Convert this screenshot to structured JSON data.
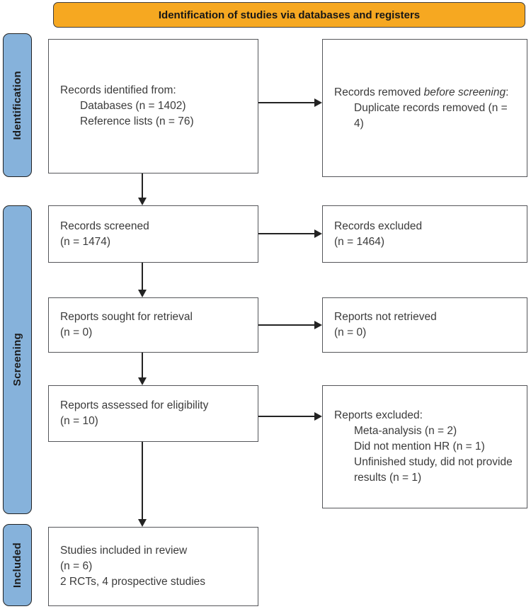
{
  "header": {
    "title": "Identification of studies via databases and registers"
  },
  "sidebar": {
    "identification": "Identification",
    "screening": "Screening",
    "included": "Included"
  },
  "boxes": {
    "records_identified": {
      "line1": "Records identified from:",
      "line2": "Databases (n = 1402)",
      "line3": "Reference lists (n = 76)"
    },
    "records_removed": {
      "plain": "Records removed ",
      "italic": "before screening",
      "suffix": ":",
      "line2": "Duplicate records removed (n = 4)"
    },
    "records_screened": {
      "line1": "Records screened",
      "line2": "(n = 1474)"
    },
    "records_excluded": {
      "line1": "Records excluded",
      "line2": "(n = 1464)"
    },
    "reports_sought": {
      "line1": "Reports sought for retrieval",
      "line2": "(n = 0)"
    },
    "reports_not_retrieved": {
      "line1": "Reports not retrieved",
      "line2": "(n = 0)"
    },
    "reports_assessed": {
      "line1": "Reports assessed for eligibility",
      "line2": "(n = 10)"
    },
    "reports_excluded": {
      "line1": "Reports excluded:",
      "line2": "Meta-analysis (n = 2)",
      "line3": "Did not mention HR (n = 1)",
      "line4": "Unfinished study, did not provide results (n = 1)"
    },
    "studies_included": {
      "line1": "Studies included in review",
      "line2": "(n = 6)",
      "line3": "2 RCTs, 4 prospective studies"
    }
  },
  "colors": {
    "header_bg": "#F6A821",
    "sidebar_bg": "#86B2DB",
    "box_border": "#55565A",
    "arrow": "#232323",
    "text": "#3B3B3B"
  }
}
